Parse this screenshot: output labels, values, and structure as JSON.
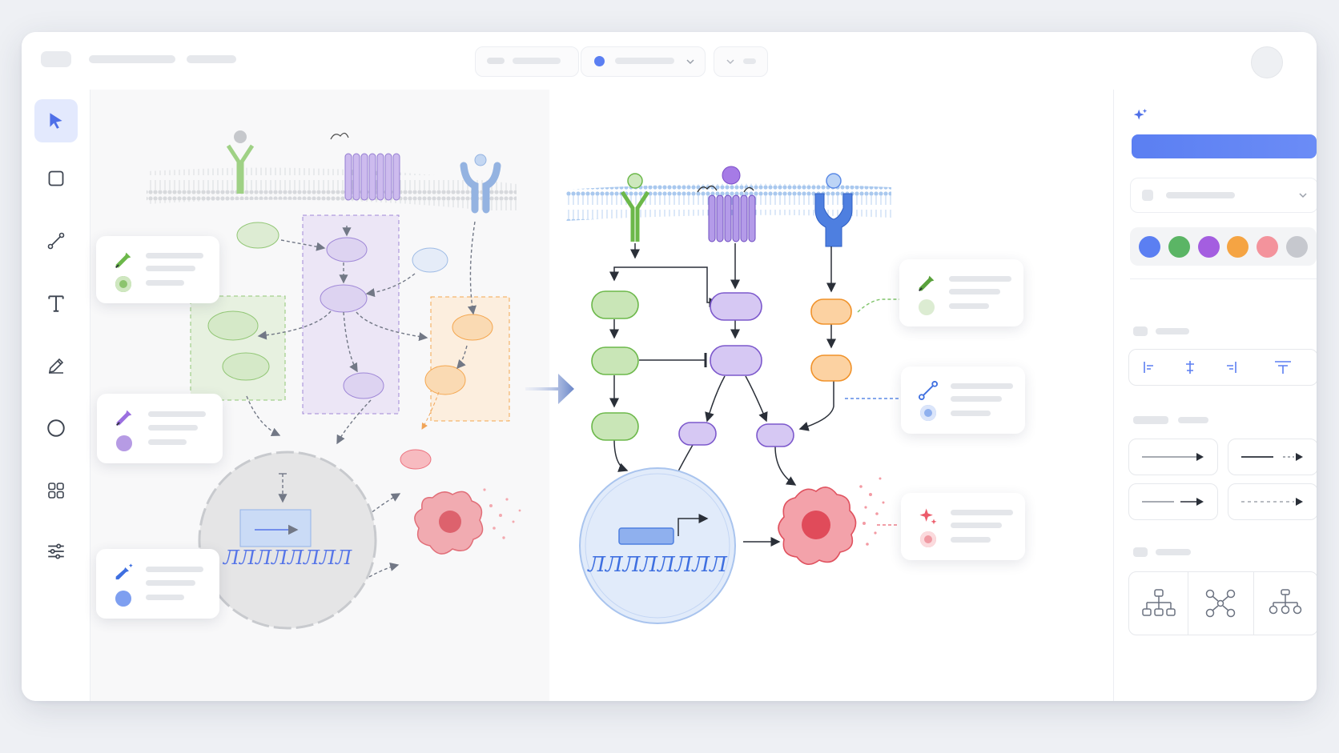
{
  "colors": {
    "accent": "#5b7ff2",
    "green": "#8cc46e",
    "purple": "#9b7fe0",
    "blue": "#5b8ae6",
    "orange": "#f4a347",
    "red": "#ec6b78"
  },
  "toolbar": {
    "tools": [
      {
        "icon": "select-arrow-icon",
        "active": true
      },
      {
        "icon": "rectangle-icon",
        "active": false
      },
      {
        "icon": "connector-icon",
        "active": false
      },
      {
        "icon": "text-icon",
        "active": false
      },
      {
        "icon": "pencil-icon",
        "active": false
      },
      {
        "icon": "circle-icon",
        "active": false
      },
      {
        "icon": "grid-icon",
        "active": false
      },
      {
        "icon": "sliders-icon",
        "active": false
      }
    ]
  },
  "canvas": {
    "before_label_text": "",
    "nucleus_text_glyph": "ЛЛЛЛЛЛЛЛ"
  },
  "panel": {
    "magic_icon": "sparkle-icon",
    "palette": [
      "#5b7ff2",
      "#5bb565",
      "#a45ee0",
      "#f5a443",
      "#f3939c",
      "#c6c8ce"
    ],
    "align_icons": [
      "align-left-icon",
      "align-center-icon",
      "align-right-icon",
      "align-top-icon"
    ],
    "arrow_styles": [
      "solid-arrow",
      "bold-arrow",
      "plain-arrow",
      "dashed-arrow"
    ],
    "layout_icons": [
      "hierarchy-layout-icon",
      "network-layout-icon",
      "tree-layout-icon"
    ]
  },
  "annotation_cards": [
    {
      "icon": "eyedropper-icon",
      "dot_color": "#8cc46e"
    },
    {
      "icon": "eyedropper-icon",
      "dot_color": "#a98ad8"
    },
    {
      "icon": "eyedropper-sparkle-icon",
      "dot_color": "#6c8fe8"
    },
    {
      "icon": "eyedropper-icon",
      "dot_color": "#9fd08a"
    },
    {
      "icon": "connector-icon",
      "dot_color": "#7b9ae8"
    },
    {
      "icon": "sparkle-icon",
      "dot_color": "#ee7f8a"
    }
  ]
}
